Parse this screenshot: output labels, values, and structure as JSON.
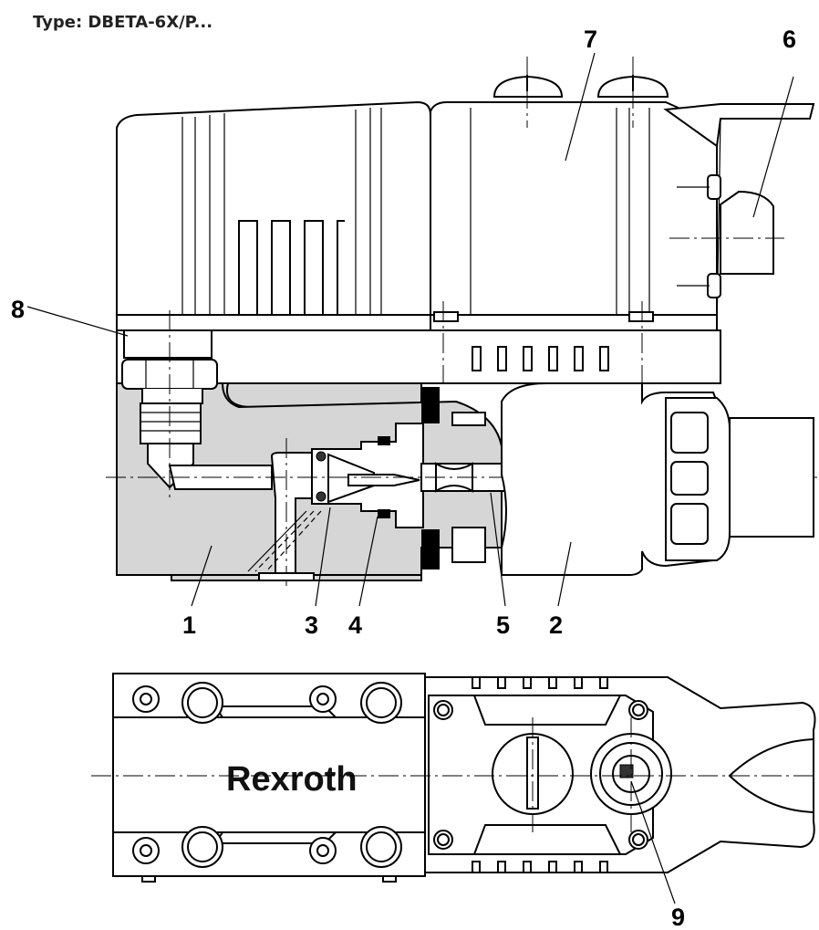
{
  "header": {
    "type_label": "Type: DBETA-6X/P..."
  },
  "callouts": {
    "c1": "1",
    "c2": "2",
    "c3": "3",
    "c4": "4",
    "c5": "5",
    "c6": "6",
    "c7": "7",
    "c8": "8",
    "c9": "9"
  },
  "brand": {
    "logo_text": "Rexroth"
  }
}
